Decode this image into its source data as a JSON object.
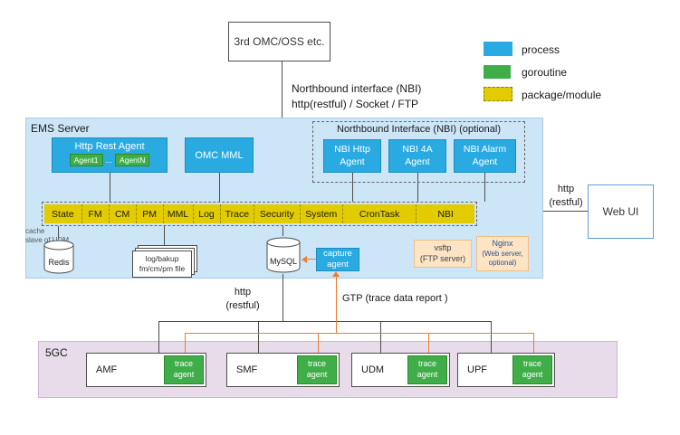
{
  "colors": {
    "process_blue": "#29abe2",
    "goroutine_green": "#3fae49",
    "package_yellow": "#e2cc00",
    "ems_bg": "#cce6f7",
    "fivegc_bg": "#e8dcea",
    "ftp_bg": "#fce4c4",
    "orange_line": "#ed7d31"
  },
  "external": {
    "omc_box": "3rd OMC/OSS etc.",
    "nbi_line1": "Northbound interface (NBI)",
    "nbi_line2": "http(restful) / Socket / FTP"
  },
  "legend": {
    "process": "process",
    "goroutine": "goroutine",
    "package": "package/module"
  },
  "ems": {
    "title": "EMS Server",
    "http_rest_agent": "Http Rest Agent",
    "agent1": "Agent1",
    "agent_dots": "...",
    "agentN": "AgentN",
    "omc_mml": "OMC MML",
    "nbi_group_title": "Northbound Interface (NBI)  (optional)",
    "nbi_http_1": "NBI Http",
    "nbi_http_2": "Agent",
    "nbi_4a_1": "NBI 4A",
    "nbi_4a_2": "Agent",
    "nbi_alarm_1": "NBI Alarm",
    "nbi_alarm_2": "Agent",
    "modules": [
      "State",
      "FM",
      "CM",
      "PM",
      "MML",
      "Log",
      "Trace",
      "Security",
      "System",
      "CronTask",
      "NBI"
    ],
    "cache_note_1": "cache",
    "cache_note_2": "slave of UDM",
    "redis": "Redis",
    "log_file_1": "log/bakup",
    "log_file_2": "fm/cm/pm file",
    "mysql": "MySQL",
    "capture_1": "capture",
    "capture_2": "agent",
    "vsftp_1": "vsftp",
    "vsftp_2": "(FTP server)",
    "nginx_1": "Nginx",
    "nginx_2": "(Web server,",
    "nginx_3": "optional)"
  },
  "webui": {
    "label": "Web UI",
    "http_1": "http",
    "http_2": "(restful)"
  },
  "links": {
    "http_1": "http",
    "http_2": "(restful)",
    "gtp": "GTP  (trace data report )"
  },
  "fivegc": {
    "title": "5GC",
    "nfs": [
      {
        "name": "AMF",
        "agent_1": "trace",
        "agent_2": "agent"
      },
      {
        "name": "SMF",
        "agent_1": "trace",
        "agent_2": "agent"
      },
      {
        "name": "UDM",
        "agent_1": "trace",
        "agent_2": "agent"
      },
      {
        "name": "UPF",
        "agent_1": "trace",
        "agent_2": "agent"
      }
    ]
  }
}
